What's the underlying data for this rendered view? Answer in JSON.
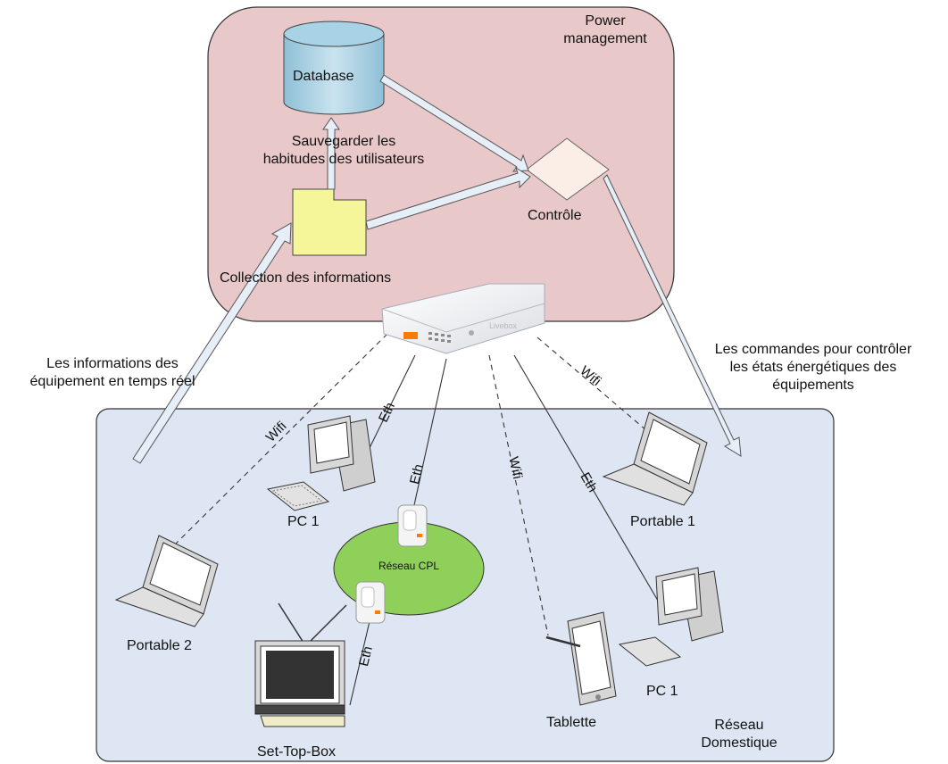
{
  "power_management": {
    "title": "Power\nmanagement",
    "database": "Database",
    "save_habits": "Sauvegarder les\nhabitudes des utilisateurs",
    "collection": "Collection des informations",
    "control": "Contrôle"
  },
  "gateway": {
    "brand": "Livebox"
  },
  "annotations": {
    "realtime_info": "Les informations des\néquipement en temps réel",
    "commands": "Les commandes pour contrôler\nles états énergétiques des\néquipements"
  },
  "links": {
    "wifi_portable2": "Wifi",
    "eth_pc1": "Eth",
    "eth_cpl": "Eth",
    "wifi_tablette": "Wifi",
    "eth_pc1_right": "Eth",
    "wifi_portable1": "Wifi",
    "eth_settopbox": "Eth"
  },
  "home_network": {
    "title": "Réseau\nDomestique",
    "cpl_network": "Réseau CPL",
    "devices": {
      "pc1_left": "PC 1",
      "portable2": "Portable 2",
      "settopbox": "Set-Top-Box",
      "tablette": "Tablette",
      "pc1_right": "PC 1",
      "portable1": "Portable 1"
    }
  },
  "colors": {
    "power_region": "#e8c8c8",
    "home_region": "#dde6f2",
    "cpl_network": "#8fd05a",
    "collection_box": "#f5f59a",
    "control_diamond": "#fbeee6",
    "database": "#9ec8dd",
    "arrow_fill": "#e6eef8"
  }
}
